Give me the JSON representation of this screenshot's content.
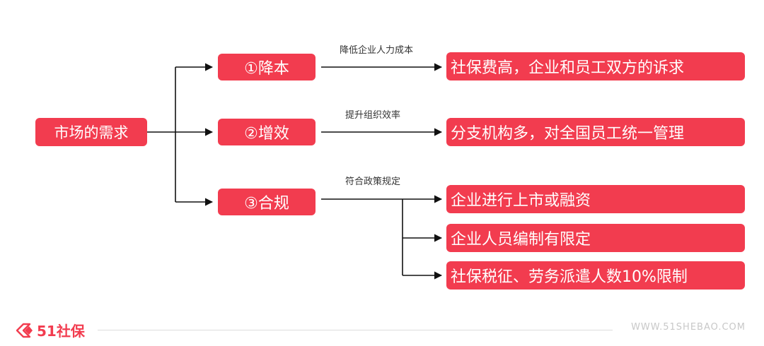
{
  "root": {
    "label": "市场的需求"
  },
  "branches": [
    {
      "label": "①降本",
      "edge_label": "降低企业人力成本",
      "targets": [
        "社保费高，企业和员工双方的诉求"
      ]
    },
    {
      "label": "②增效",
      "edge_label": "提升组织效率",
      "targets": [
        "分支机构多，对全国员工统一管理"
      ]
    },
    {
      "label": "③合规",
      "edge_label": "符合政策规定",
      "targets": [
        "企业进行上市或融资",
        "企业人员编制有限定",
        "社保税征、劳务派遣人数10%限制"
      ]
    }
  ],
  "footer": {
    "logo_text": "51社保",
    "url": "WWW.51SHEBAO.COM"
  },
  "colors": {
    "accent": "#f23c4f",
    "line": "#111111"
  },
  "icons": {
    "logo": "51shebao-logo-icon"
  }
}
